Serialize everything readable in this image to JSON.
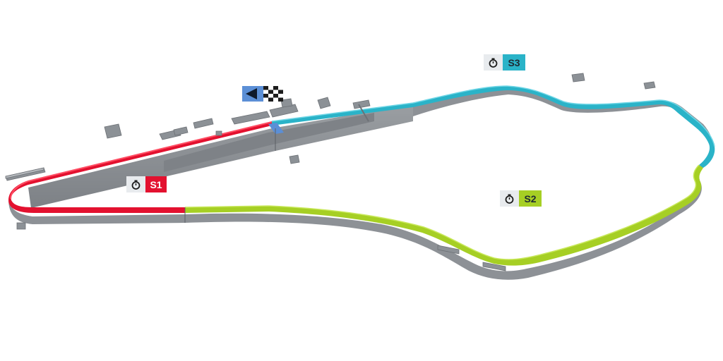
{
  "map": {
    "sectors": [
      {
        "id": "s1",
        "label": "S1",
        "color": "#e3112f",
        "icon": "stopwatch-icon"
      },
      {
        "id": "s2",
        "label": "S2",
        "color": "#a6cf24",
        "icon": "stopwatch-icon"
      },
      {
        "id": "s3",
        "label": "S3",
        "color": "#2ab3c8",
        "icon": "stopwatch-icon"
      }
    ],
    "start_finish": {
      "icon": "checkered-flag-icon",
      "direction": "left",
      "arrow_color": "#5b8fd6"
    },
    "colors": {
      "track_side": "#8f9398",
      "track_top": "#a3a7ab",
      "building": "#8c9196"
    }
  }
}
